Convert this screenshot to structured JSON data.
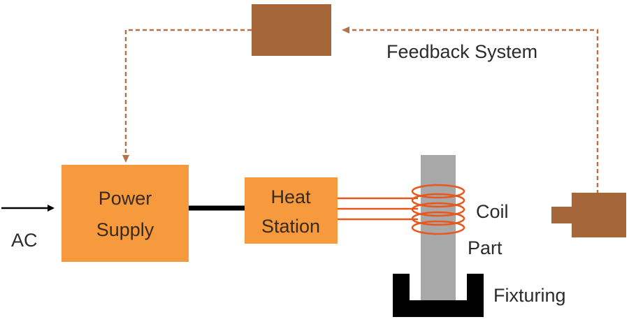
{
  "labels": {
    "ac": "AC",
    "power_supply_line1": "Power",
    "power_supply_line2": "Supply",
    "heat_station_line1": "Heat",
    "heat_station_line2": "Station",
    "coil": "Coil",
    "part": "Part",
    "fixturing": "Fixturing",
    "feedback_system": "Feedback System"
  },
  "colors": {
    "orange_block": "#F79A3E",
    "brown_block": "#A5673A",
    "feedback_line": "#B5724A",
    "coil_wire": "#E8581C",
    "part_gray": "#A8A8A8",
    "fixture_black": "#000000",
    "arrow_black": "#000000"
  }
}
